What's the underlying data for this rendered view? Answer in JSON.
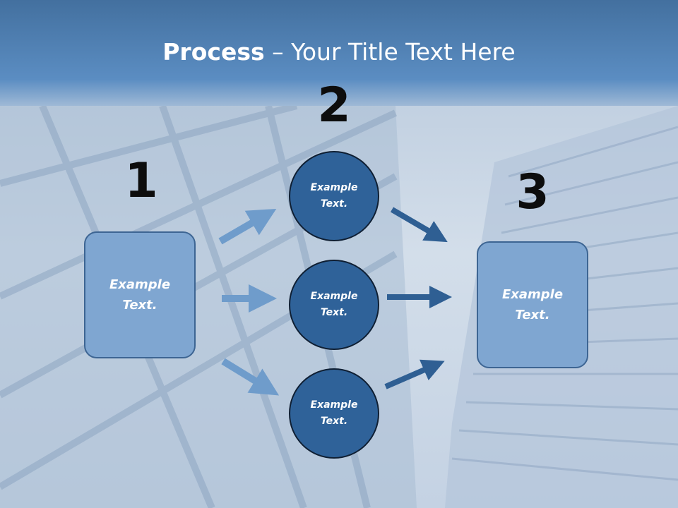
{
  "title": {
    "bold": "Process",
    "rest": " – Your Title Text Here"
  },
  "steps": {
    "one": {
      "number": "1",
      "text_line1": "Example",
      "text_line2": "Text."
    },
    "two": {
      "number": "2",
      "circles": [
        {
          "text_line1": "Example",
          "text_line2": "Text."
        },
        {
          "text_line1": "Example",
          "text_line2": "Text."
        },
        {
          "text_line1": "Example",
          "text_line2": "Text."
        }
      ]
    },
    "three": {
      "number": "3",
      "text_line1": "Example",
      "text_line2": "Text."
    }
  },
  "colors": {
    "header": "#4f7fb5",
    "box_fill": "#7fa6d1",
    "circle_fill": "#2f6299",
    "arrow_light": "#6f9ccb",
    "arrow_dark": "#2f5f93"
  }
}
